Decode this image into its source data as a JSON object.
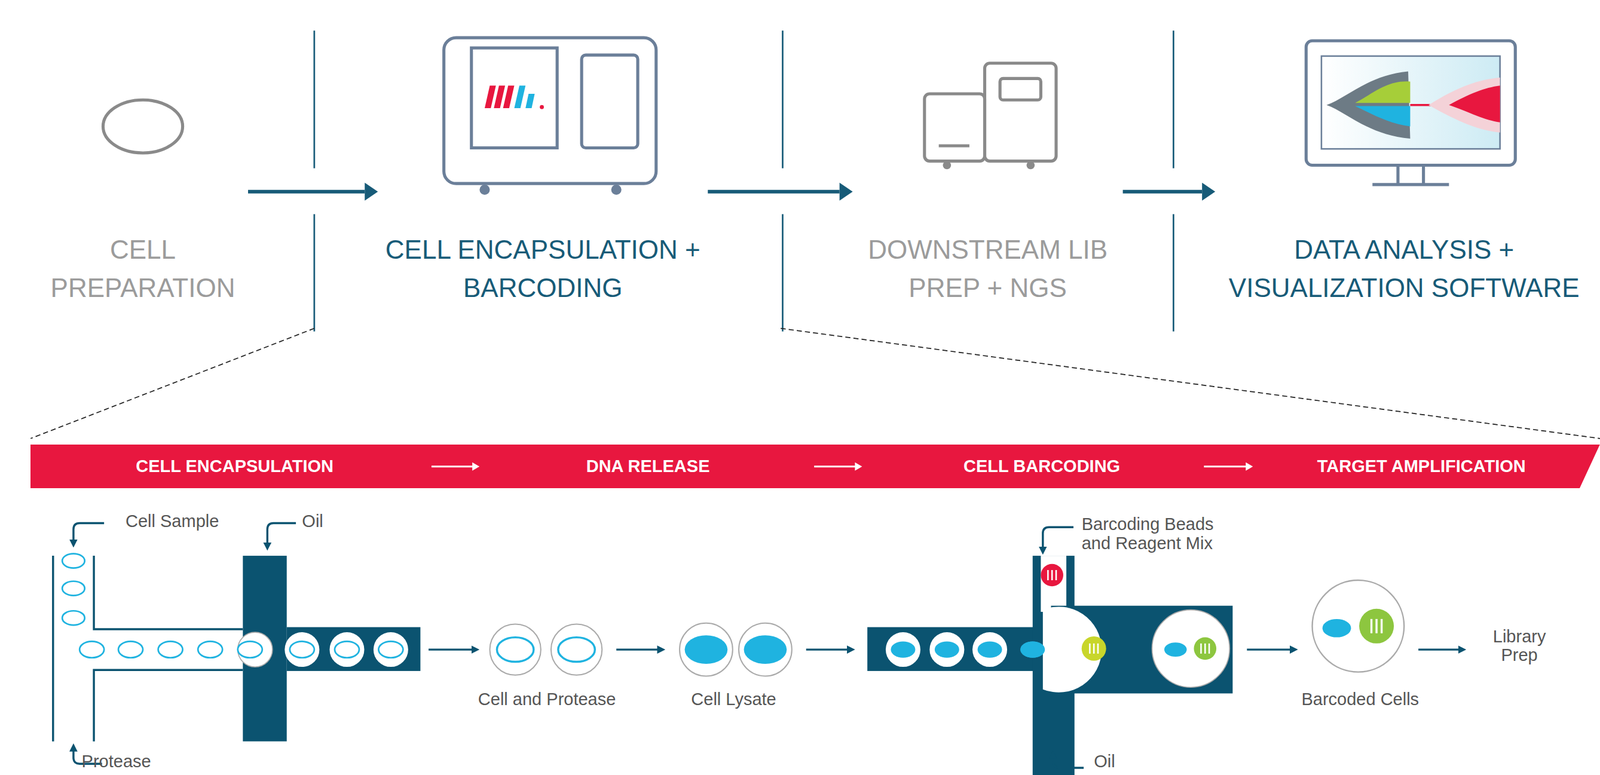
{
  "diagram": {
    "nodes": [
      {
        "text": [
          "CELL PREPARATION"
        ]
      },
      {
        "text": [
          "CELL ENCAPSULATION + BARCODING"
        ]
      },
      {
        "text": [
          "DOWNSTREAM LIB PREP + NGS"
        ]
      },
      {
        "text": [
          "DATA ANALYSIS + VISUALIZATION SOFTWARE"
        ]
      },
      {
        "text": [
          "CELL ENCAPSULATION",
          "DNA RELEASE",
          "CELL BARCODING",
          "TARGET AMPLIFICATION"
        ]
      }
    ],
    "edges": [
      {
        "from": 0,
        "to": 1,
        "arrow": "to"
      },
      {
        "from": 1,
        "to": 2,
        "arrow": "to"
      },
      {
        "from": 2,
        "to": 3,
        "arrow": "to"
      }
    ],
    "labels": [
      "Cell Sample",
      "Oil",
      "Protease",
      "Cell and Protease",
      "Cell Lysate",
      "Barcoding Beads and Reagent Mix",
      "Oil",
      "Barcoded Cells",
      "Library Prep"
    ]
  }
}
